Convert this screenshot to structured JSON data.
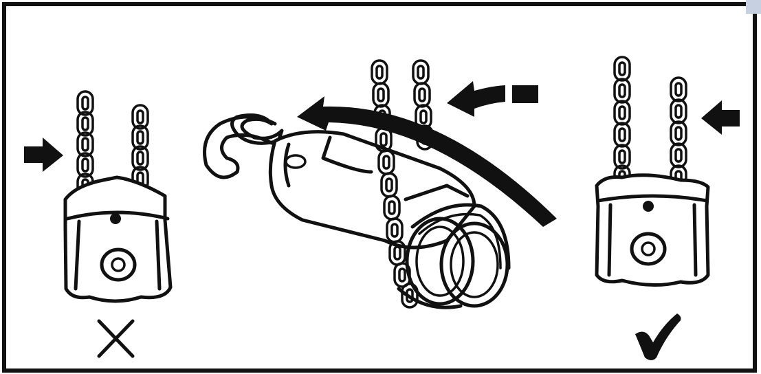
{
  "panels": [
    {
      "id": "incorrect",
      "mark_icon": "cross-icon",
      "correct": false
    },
    {
      "id": "twisted-chain-illustration",
      "mark_icon": "",
      "correct": null
    },
    {
      "id": "correct",
      "mark_icon": "checkmark-icon",
      "correct": true
    }
  ],
  "colors": {
    "ink": "#111111",
    "background": "#ffffff",
    "corner_tab": "#c6d0e0"
  }
}
